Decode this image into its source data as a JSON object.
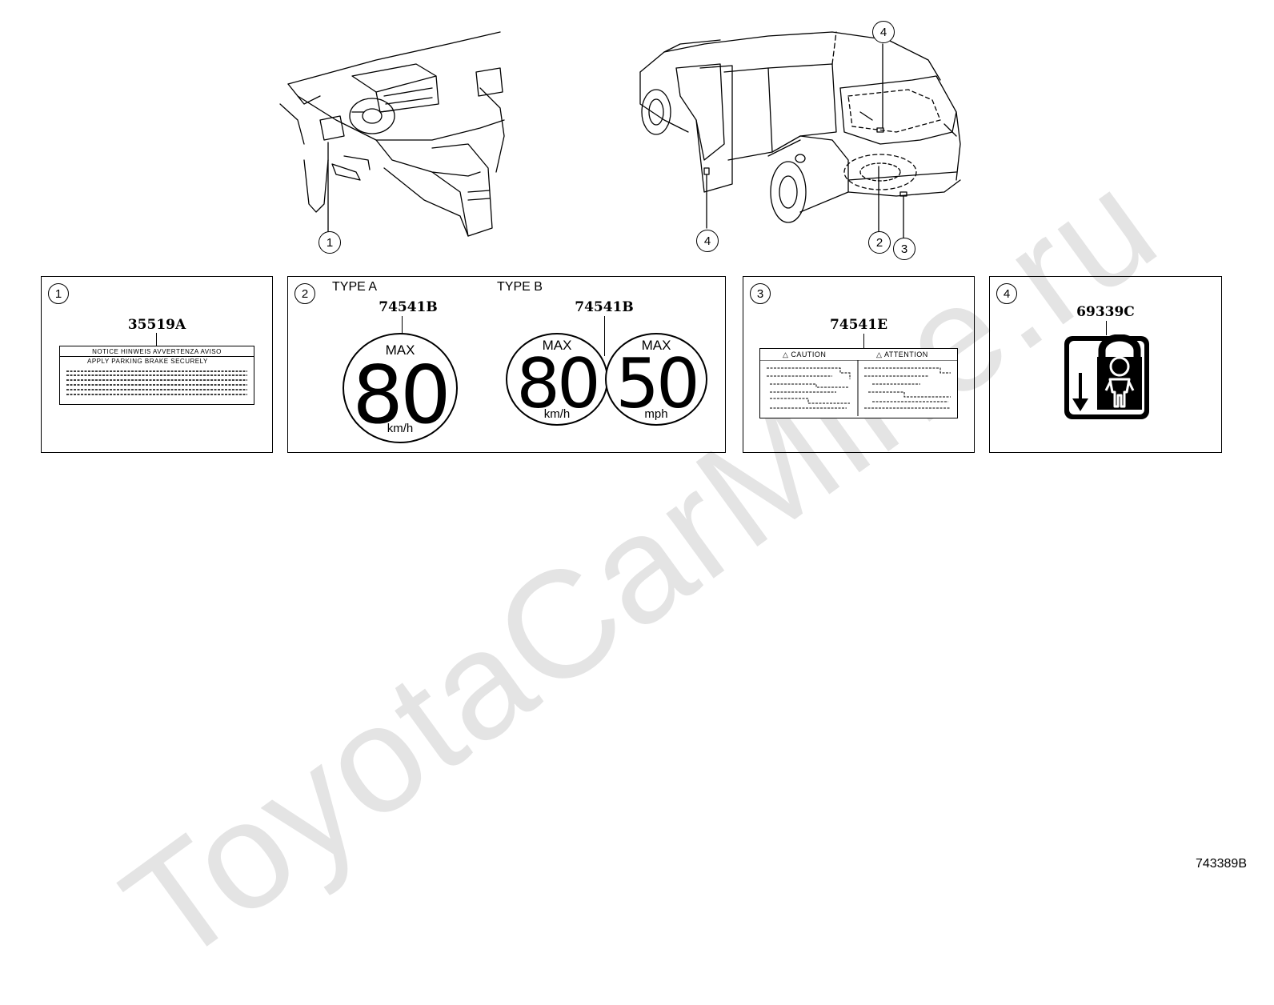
{
  "watermark": "ToyotaCarMine.ru",
  "callouts": {
    "interior": "1",
    "rear_door": "4",
    "rear_top": "4",
    "rear_floor": "2",
    "rear_bumper": "3"
  },
  "panels": {
    "p1": {
      "badge": "1",
      "part_no": "35519A",
      "label_header": "NOTICE  HINWEIS  AVVERTENZA  AVISO",
      "label_line": "APPLY PARKING BRAKE SECURELY"
    },
    "p2": {
      "badge": "2",
      "type_a": {
        "title": "TYPE A",
        "part_no": "74541B",
        "sign": {
          "max": "MAX",
          "value": "80",
          "unit": "km/h"
        }
      },
      "type_b": {
        "title": "TYPE B",
        "part_no": "74541B",
        "sign1": {
          "max": "MAX",
          "value": "80",
          "unit": "km/h"
        },
        "sign2": {
          "max": "MAX",
          "value": "50",
          "unit": "mph"
        }
      }
    },
    "p3": {
      "badge": "3",
      "part_no": "74541E",
      "caution": "CAUTION",
      "attention": "ATTENTION"
    },
    "p4": {
      "badge": "4",
      "part_no": "69339C",
      "icon": "child-lock-icon"
    }
  },
  "doc_id": "743389B"
}
